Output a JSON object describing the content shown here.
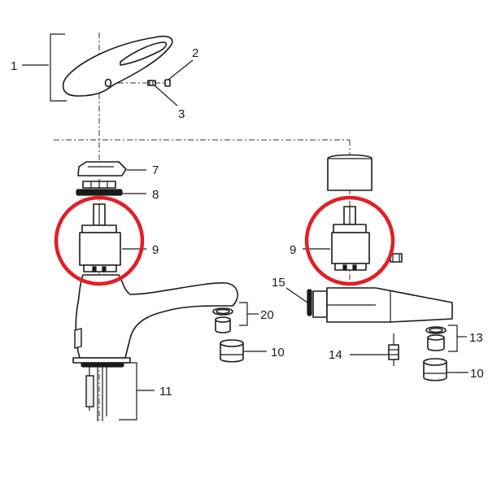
{
  "colors": {
    "highlight": "#e31e24",
    "line": "#1a1a1a"
  },
  "callouts": {
    "c1": "1",
    "c2": "2",
    "c3": "3",
    "c7": "7",
    "c8": "8",
    "c9_left": "9",
    "c9_right": "9",
    "c10_left": "10",
    "c10_right": "10",
    "c11": "11",
    "c13": "13",
    "c14": "14",
    "c15": "15",
    "c20": "20"
  }
}
